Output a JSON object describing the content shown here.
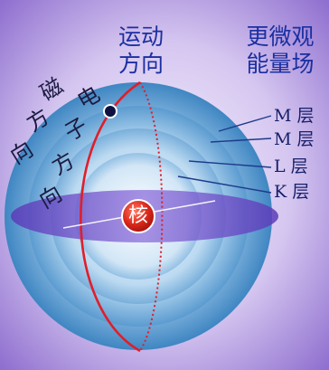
{
  "header": {
    "motion_direction": [
      "运动",
      "方向"
    ],
    "energy_field": [
      "更微观",
      "能量场"
    ]
  },
  "labels": {
    "magnetic_direction": [
      "磁",
      "方",
      "向"
    ],
    "electron_direction": [
      "电",
      "子",
      "方",
      "向"
    ],
    "nucleus": "核"
  },
  "shells": [
    {
      "label": "M 层"
    },
    {
      "label": "M 层"
    },
    {
      "label": "L 层"
    },
    {
      "label": "K 层"
    }
  ],
  "colors": {
    "background_outer": "#8f6fcf",
    "background_inner": "#f4effc",
    "sphere": "#4c93c8",
    "orbit_line": "#e01e2a",
    "equator_disc": "#6d4fc8",
    "nucleus": "#d9261c",
    "header_text": "#1b2fa0",
    "label_text": "#17206b"
  }
}
